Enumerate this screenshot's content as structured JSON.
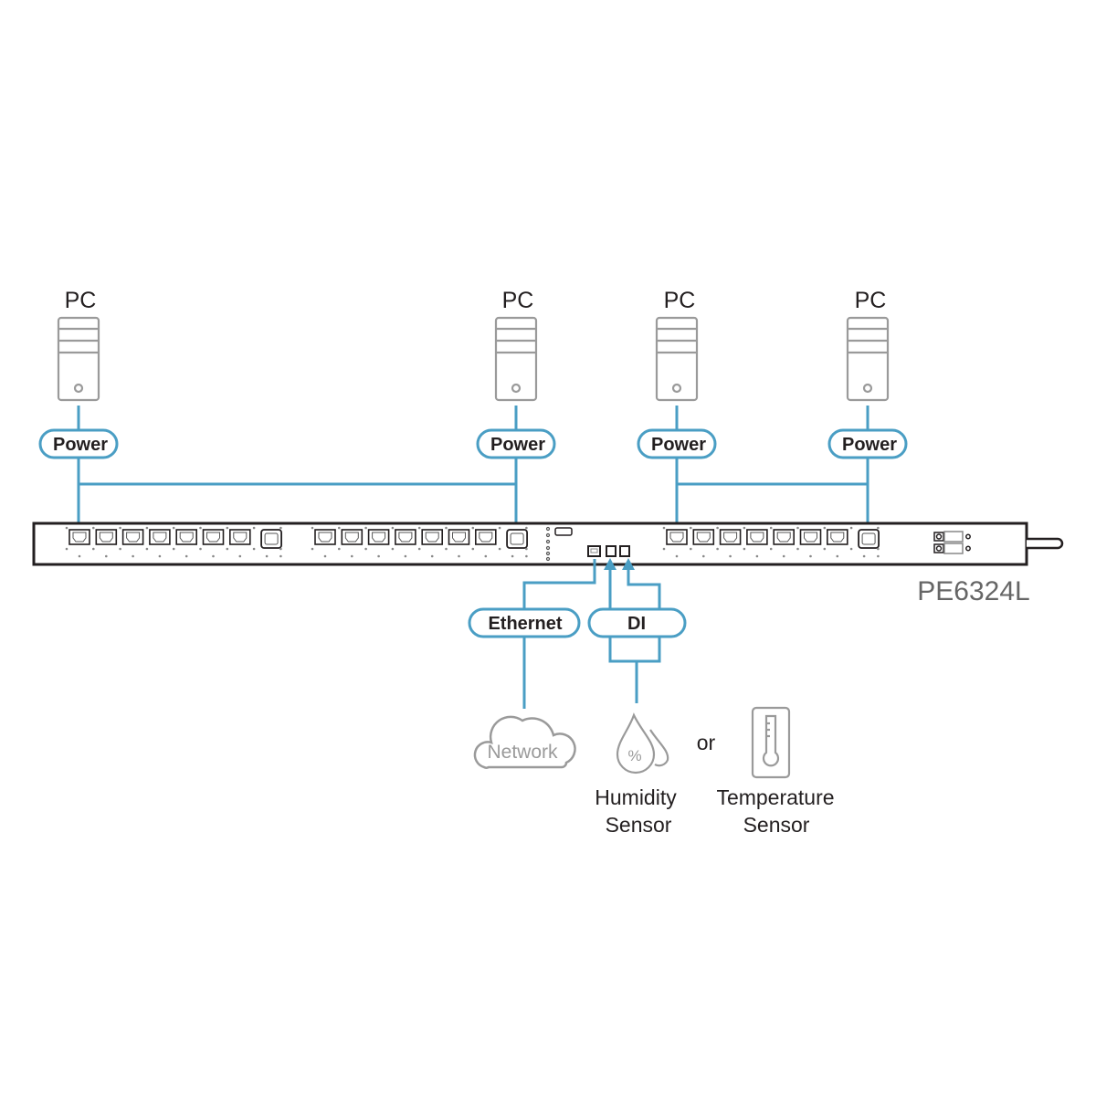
{
  "colors": {
    "connector": "#4a9ec4",
    "device_outline": "#231f20",
    "icon_gray": "#9a9a9a",
    "text": "#231f20",
    "model_text": "#666666"
  },
  "computers": [
    {
      "label": "PC",
      "connection": "Power",
      "group": 1
    },
    {
      "label": "PC",
      "connection": "Power",
      "group": 1
    },
    {
      "label": "PC",
      "connection": "Power",
      "group": 2
    },
    {
      "label": "PC",
      "connection": "Power",
      "group": 2
    }
  ],
  "pdu": {
    "model": "PE6324L",
    "outlet_banks": [
      {
        "c13_count": 7,
        "c19_count": 1
      },
      {
        "c13_count": 7,
        "c19_count": 1
      },
      {
        "c13_count": 7,
        "c19_count": 1
      }
    ],
    "ports": [
      "Ethernet",
      "DI",
      "DI"
    ]
  },
  "ethernet": {
    "label": "Ethernet",
    "target": "Network"
  },
  "di": {
    "label": "DI"
  },
  "sensors": {
    "humidity": {
      "line1": "Humidity",
      "line2": "Sensor"
    },
    "separator": "or",
    "temperature": {
      "line1": "Temperature",
      "line2": "Sensor"
    },
    "humidity_icon_symbol": "%"
  }
}
